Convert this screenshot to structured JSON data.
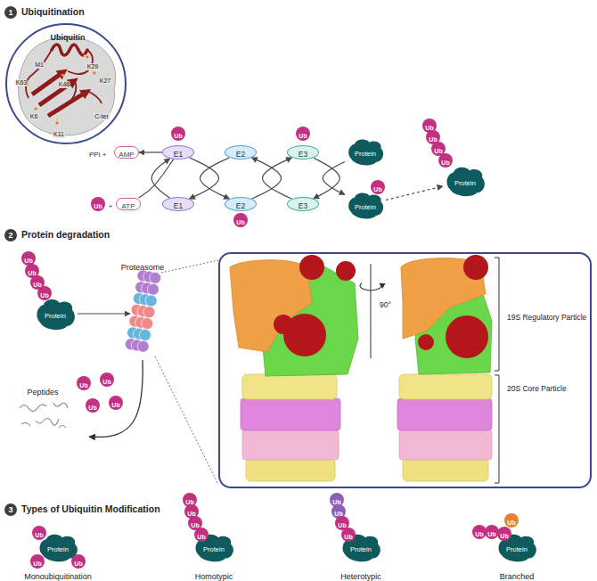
{
  "diagram": {
    "nodes": [
      {
        "text": [
          "Ubiquitin",
          "M1",
          "K63",
          "K29",
          "K48",
          "K27",
          "K6",
          "K11",
          "C-ter"
        ]
      },
      {
        "text": [
          "AMP"
        ]
      },
      {
        "text": [
          "Ub"
        ]
      },
      {
        "text": [
          "ATP"
        ]
      },
      {
        "text": [
          "Ub"
        ]
      },
      {
        "text": [
          "E1"
        ]
      },
      {
        "text": [
          "E1"
        ]
      },
      {
        "text": [
          "E2"
        ]
      },
      {
        "text": [
          "E2"
        ]
      },
      {
        "text": [
          "Ub"
        ]
      },
      {
        "text": [
          "Ub"
        ]
      },
      {
        "text": [
          "E3"
        ]
      },
      {
        "text": [
          "E3"
        ]
      },
      {
        "text": [
          "Protein"
        ]
      },
      {
        "text": [
          "Ub"
        ]
      },
      {
        "text": [
          "Protein"
        ]
      },
      {
        "text": [
          "Ub"
        ]
      },
      {
        "text": [
          "Ub"
        ]
      },
      {
        "text": [
          "Ub"
        ]
      },
      {
        "text": [
          "Ub"
        ]
      },
      {
        "text": [
          "Protein"
        ]
      },
      {
        "text": [
          "Ub"
        ]
      },
      {
        "text": [
          "Ub"
        ]
      },
      {
        "text": [
          "Ub"
        ]
      },
      {
        "text": [
          "Ub"
        ]
      },
      {
        "text": [
          "Protein"
        ]
      },
      {
        "text": [
          "Proteasome"
        ]
      },
      {
        "text": [
          "90°",
          "19S Regulatory Particle",
          "20S Core Particle"
        ]
      },
      {
        "text": [
          "Ub"
        ]
      },
      {
        "text": [
          "Ub"
        ]
      },
      {
        "text": [
          "Ub"
        ]
      },
      {
        "text": [
          "Ub"
        ]
      },
      {
        "text": [
          "Ub"
        ]
      },
      {
        "text": [
          "Ub"
        ]
      },
      {
        "text": [
          "Ub"
        ]
      },
      {
        "text": [
          "Protein"
        ]
      },
      {
        "text": [
          "Ub"
        ]
      },
      {
        "text": [
          "Ub"
        ]
      },
      {
        "text": [
          "Ub"
        ]
      },
      {
        "text": [
          "Ub"
        ]
      },
      {
        "text": [
          "Protein"
        ]
      },
      {
        "text": [
          "Ub"
        ]
      },
      {
        "text": [
          "Ub"
        ]
      },
      {
        "text": [
          "Ub"
        ]
      },
      {
        "text": [
          "Ub"
        ]
      },
      {
        "text": [
          "Protein"
        ]
      },
      {
        "text": [
          "Ub"
        ]
      },
      {
        "text": [
          "Ub"
        ]
      },
      {
        "text": [
          "Ub"
        ]
      },
      {
        "text": [
          "Ub"
        ]
      },
      {
        "text": [
          "Protein"
        ]
      }
    ],
    "edges": [
      {
        "from": 6,
        "to": 5,
        "arrow": "to"
      },
      {
        "from": 3,
        "to": 5,
        "arrow": "none"
      },
      {
        "from": 5,
        "to": 1,
        "arrow": "to"
      },
      {
        "from": 5,
        "to": 6,
        "arrow": "to"
      },
      {
        "from": 7,
        "to": 8,
        "arrow": "to"
      },
      {
        "from": 8,
        "to": 7,
        "arrow": "to"
      },
      {
        "from": 12,
        "to": 11,
        "arrow": "to"
      },
      {
        "from": 11,
        "to": 12,
        "arrow": "to"
      },
      {
        "from": 13,
        "to": 15,
        "arrow": "to"
      },
      {
        "from": 15,
        "to": 20,
        "arrow": "to"
      },
      {
        "from": 25,
        "to": 26,
        "arrow": "to"
      }
    ],
    "labels": [
      "1",
      "Ubiquitination",
      "PPi +",
      "+",
      "2",
      "Protein degradation",
      "Peptides",
      "3",
      "Types of Ubiquitin Modification",
      "Monoubiquitination",
      "Homotypic",
      "Heterotypic",
      "Branched"
    ]
  }
}
